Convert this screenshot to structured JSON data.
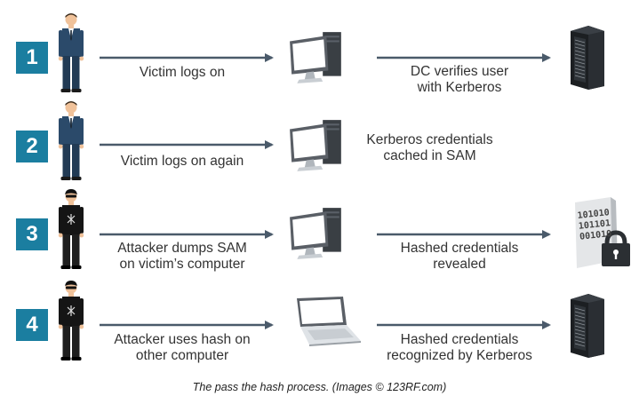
{
  "steps": [
    {
      "number": "1",
      "label_1": "Victim logs on",
      "label_2": "DC verifies user\nwith Kerberos"
    },
    {
      "number": "2",
      "label_1": "Victim logs on again",
      "label_2": "Kerberos credentials\ncached in SAM"
    },
    {
      "number": "3",
      "label_1": "Attacker dumps SAM\non victim’s computer",
      "label_2": "Hashed credentials\nrevealed"
    },
    {
      "number": "4",
      "label_1": "Attacker uses hash on\nother computer",
      "label_2": "Hashed credentials\nrecognized by Kerberos"
    }
  ],
  "binary_text": [
    "101010",
    "101101",
    "001010"
  ],
  "caption": "The pass the hash process. (Images © 123RF.com)",
  "colors": {
    "step_badge": "#1b7ea0",
    "arrow": "#4a5a6a",
    "text": "#333333"
  }
}
